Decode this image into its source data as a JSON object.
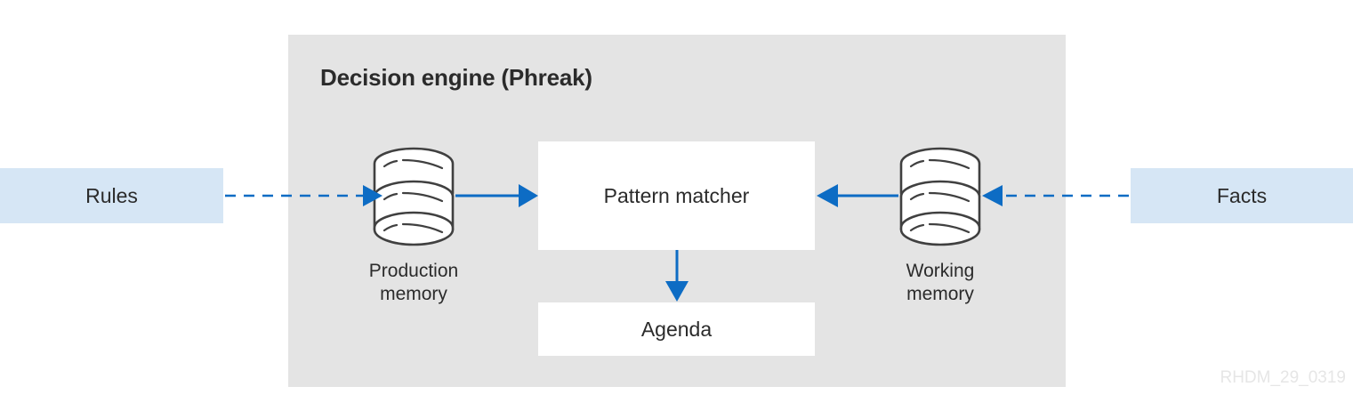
{
  "diagram": {
    "title": "Decision engine (Phreak)",
    "watermark": "RHDM_29_0319",
    "colors": {
      "panel_background": "#e4e4e4",
      "io_box_fill": "#d6e6f5",
      "box_fill": "#ffffff",
      "arrow_blue": "#0d6cc4",
      "cylinder_stroke": "#404040",
      "text": "#2b2b2b",
      "watermark": "#e6e6e6"
    },
    "inputs": {
      "rules_label": "Rules",
      "facts_label": "Facts"
    },
    "nodes": {
      "pattern_matcher_label": "Pattern matcher",
      "agenda_label": "Agenda",
      "production_memory_label": "Production\nmemory",
      "working_memory_label": "Working\nmemory"
    },
    "connections": [
      {
        "from": "Rules",
        "to": "Production memory",
        "style": "dashed",
        "direction": "right"
      },
      {
        "from": "Production memory",
        "to": "Pattern matcher",
        "style": "solid",
        "direction": "right"
      },
      {
        "from": "Pattern matcher",
        "to": "Agenda",
        "style": "solid",
        "direction": "down"
      },
      {
        "from": "Working memory",
        "to": "Pattern matcher",
        "style": "solid",
        "direction": "left"
      },
      {
        "from": "Facts",
        "to": "Working memory",
        "style": "dashed",
        "direction": "left"
      }
    ]
  }
}
